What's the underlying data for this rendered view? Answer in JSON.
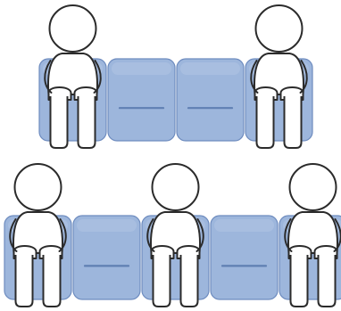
{
  "illustration": {
    "colors": {
      "seat_fill": "#9db6dc",
      "seat_stroke": "#6e8cbf",
      "seam": "#5f7fb2",
      "person_fill": "#ffffff",
      "person_stroke": "#2b2b2b"
    },
    "rows": [
      {
        "name": "top-bench",
        "seat_count": 4,
        "people": [
          {
            "name": "person-top-left",
            "seat_index": 0
          },
          {
            "name": "person-top-right",
            "seat_index": 3
          }
        ]
      },
      {
        "name": "bottom-bench",
        "seat_count": 5,
        "people": [
          {
            "name": "person-bottom-left",
            "seat_index": 0
          },
          {
            "name": "person-bottom-middle",
            "seat_index": 2
          },
          {
            "name": "person-bottom-right",
            "seat_index": 4
          }
        ]
      }
    ]
  }
}
